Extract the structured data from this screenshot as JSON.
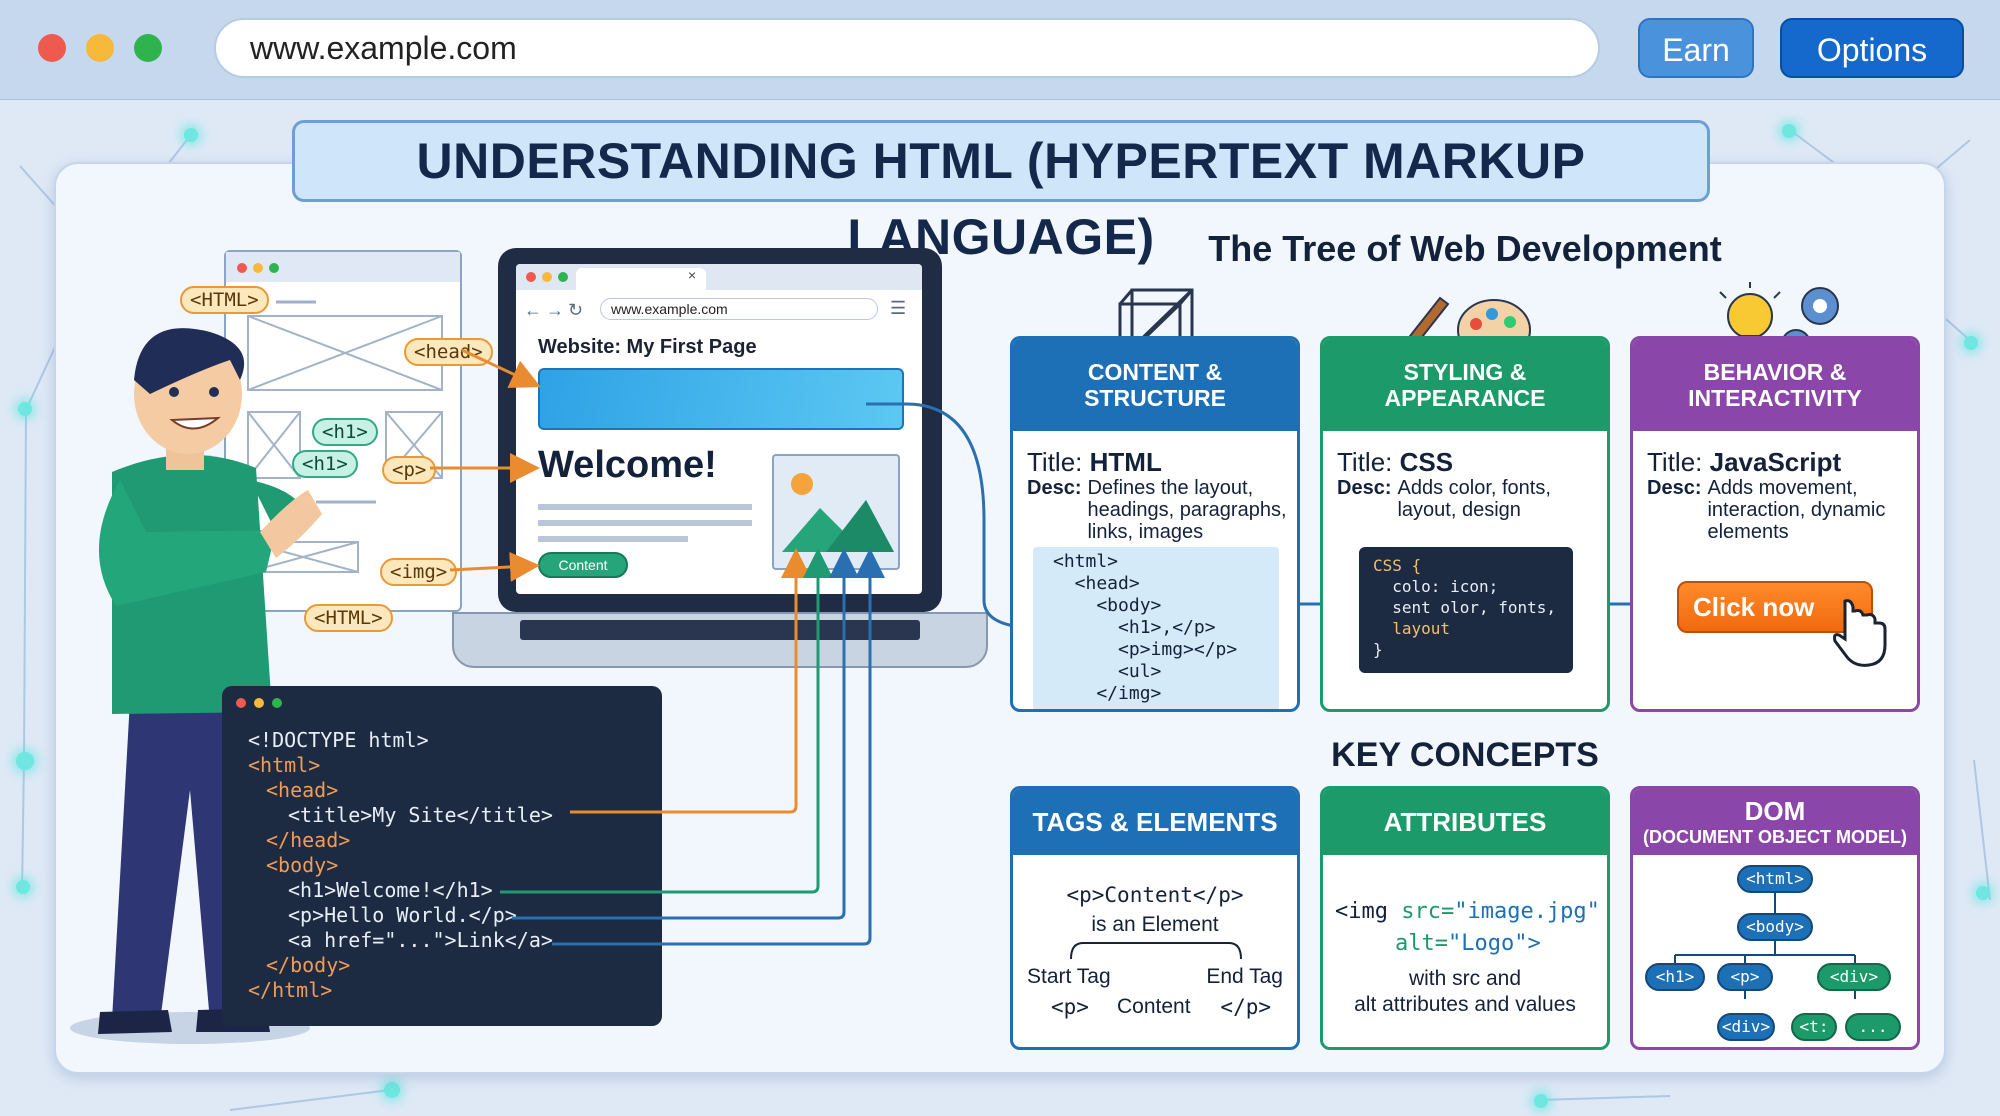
{
  "browser": {
    "url": "www.example.com",
    "buttons": {
      "earn": "Earn",
      "options": "Options"
    }
  },
  "title": "UNDERSTANDING HTML (HYPERTEXT MARKUP LANGUAGE)",
  "sketch_tags": {
    "html_top": "<HTML>",
    "head": "<head>",
    "h1_a": "<h1>",
    "h1_b": "<h1>",
    "p": "<p>",
    "img": "<img>",
    "html_bottom": "<HTML>"
  },
  "laptop": {
    "url": "www.example.com",
    "tab_close": "×",
    "page_title": "Website: My First Page",
    "heading": "Welcome!",
    "button": "Content"
  },
  "editor": {
    "lines": [
      "<!DOCTYPE html>",
      "<html>",
      "<head>",
      "<title>My Site</title>",
      "</head>",
      "<body>",
      "<h1>Welcome!</h1>",
      "<p>Hello World.</p>",
      "<a href=\"...\">Link</a>",
      "</body>",
      "</html>"
    ]
  },
  "tree": {
    "title": "The Tree of Web Development",
    "panels": [
      {
        "header": "CONTENT & STRUCTURE",
        "title_label": "Title:",
        "title_value": "HTML",
        "desc_label": "Desc:",
        "desc": "Defines the layout, headings, paragraphs, links, images",
        "code": [
          "<html>",
          "  <head>",
          "    <body>",
          "      <h1>,</p>",
          "      <p>img></p>",
          "      <ul>",
          "    </img>"
        ],
        "color": "#1d6fb6"
      },
      {
        "header": "STYLING & APPEARANCE",
        "title_label": "Title:",
        "title_value": "CSS",
        "desc_label": "Desc:",
        "desc": "Adds color, fonts, layout, design",
        "code": [
          "CSS {",
          "  colo: icon;",
          "  sent olor, fonts,",
          "  layout",
          "}"
        ],
        "color": "#1c9a6a"
      },
      {
        "header": "BEHAVIOR & INTERACTIVITY",
        "title_label": "Title:",
        "title_value": "JavaScript",
        "desc_label": "Desc:",
        "desc": "Adds movement, interaction, dynamic elements",
        "button": "Click now",
        "color": "#8a46a8"
      }
    ]
  },
  "key_concepts": {
    "title": "KEY CONCEPTS",
    "tags": {
      "header": "TAGS & ELEMENTS",
      "code": "<p>Content</p>",
      "caption": "is an Element",
      "start": "Start Tag",
      "end": "End Tag",
      "start_tag": "<p>",
      "content": "Content",
      "end_tag": "</p>"
    },
    "attributes": {
      "header": "ATTRIBUTES",
      "line1_tag": "<img",
      "line1_attr": "src=",
      "line1_val": "\"image.jpg\"",
      "line2_attr": "alt=",
      "line2_val": "\"Logo\">",
      "caption1": "with src and",
      "caption2": "alt attributes and values"
    },
    "dom": {
      "header": "DOM",
      "subheader": "(DOCUMENT OBJECT MODEL)",
      "nodes": {
        "html": "<html>",
        "body": "<body>",
        "h1": "<h1>",
        "p": "<p>",
        "div": "<div>",
        "div2": "<div>",
        "t": "<t:",
        "more": "..."
      }
    }
  }
}
